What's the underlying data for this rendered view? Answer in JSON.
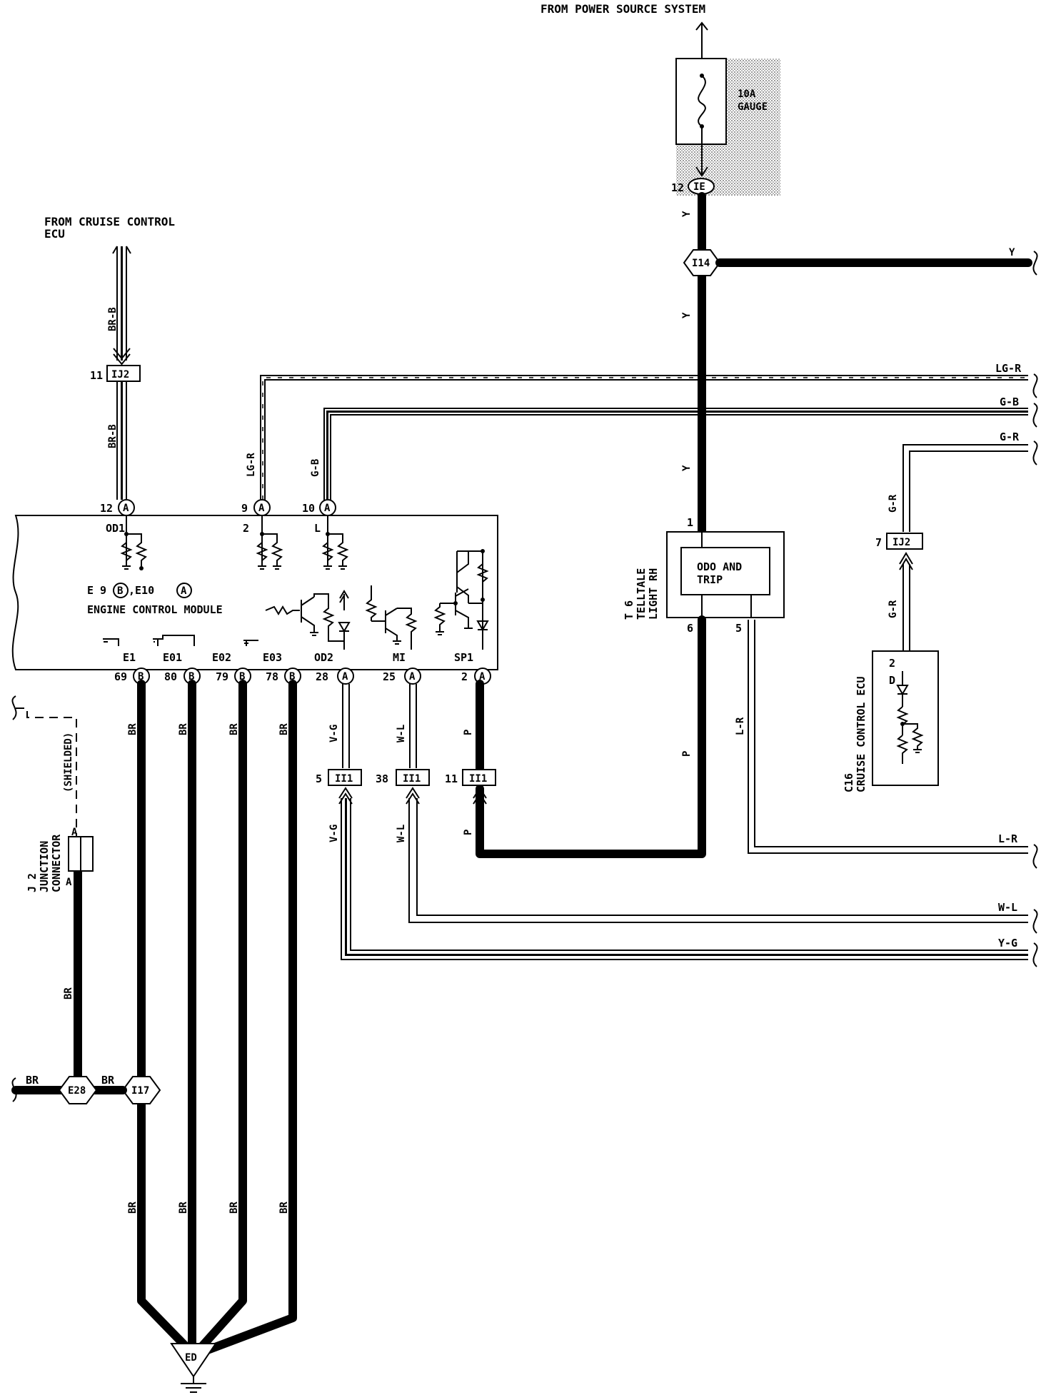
{
  "sources": {
    "power": "FROM POWER SOURCE SYSTEM",
    "cruise_line1": "FROM CRUISE CONTROL",
    "cruise_line2": "ECU"
  },
  "fuse": {
    "line1": "10A",
    "line2": "GAUGE"
  },
  "ecm": {
    "title": "ENGINE CONTROL MODULE",
    "connector_ref_prefix_1": "E 9",
    "connector_ref_letter_1": "B",
    "connector_ref_prefix_2": ",E10",
    "connector_ref_letter_2": "A",
    "top_pins": [
      {
        "num": "12",
        "letter": "A",
        "term": "OD1"
      },
      {
        "num": "9",
        "letter": "A",
        "term": "2"
      },
      {
        "num": "10",
        "letter": "A",
        "term": "L"
      }
    ],
    "bottom_pins": [
      {
        "num": "69",
        "letter": "B",
        "term": "E1"
      },
      {
        "num": "80",
        "letter": "B",
        "term": "E01"
      },
      {
        "num": "79",
        "letter": "B",
        "term": "E02"
      },
      {
        "num": "78",
        "letter": "B",
        "term": "E03"
      },
      {
        "num": "28",
        "letter": "A",
        "term": "OD2"
      },
      {
        "num": "25",
        "letter": "A",
        "term": "MI"
      },
      {
        "num": "2",
        "letter": "A",
        "term": "SP1"
      }
    ]
  },
  "telltale": {
    "ref": "T 6",
    "name_line1": "TELLTALE",
    "name_line2": "LIGHT RH",
    "inner_line1": "ODO AND",
    "inner_line2": "TRIP",
    "pin_top": "1",
    "pin_b1": "6",
    "pin_b2": "5"
  },
  "cruise_ecu": {
    "ref": "C16",
    "name": "CRUISE CONTROL ECU",
    "pin": "2",
    "term": "D"
  },
  "junction": {
    "ref": "J 2",
    "name_line1": "JUNCTION",
    "name_line2": "CONNECTOR",
    "shield": "(SHIELDED)",
    "pin_top": "A",
    "pin_bot": "A"
  },
  "connectors": {
    "ie": {
      "num": "12",
      "id": "IE"
    },
    "ij2_left": {
      "num": "11",
      "id": "IJ2"
    },
    "ij2_right": {
      "num": "7",
      "id": "IJ2"
    },
    "ii1_a": {
      "num": "5",
      "id": "II1"
    },
    "ii1_b": {
      "num": "38",
      "id": "II1"
    },
    "ii1_c": {
      "num": "11",
      "id": "II1"
    }
  },
  "junction_points": {
    "i14": "I14",
    "e28": "E28",
    "i17": "I17"
  },
  "ground": "ED",
  "wire_colors": {
    "y": "Y",
    "lg_r": "LG-R",
    "g_b": "G-B",
    "g_r": "G-R",
    "br_b": "BR-B",
    "br": "BR",
    "p": "P",
    "l_r": "L-R",
    "v_g": "V-G",
    "w_l": "W-L",
    "y_g": "Y-G"
  }
}
